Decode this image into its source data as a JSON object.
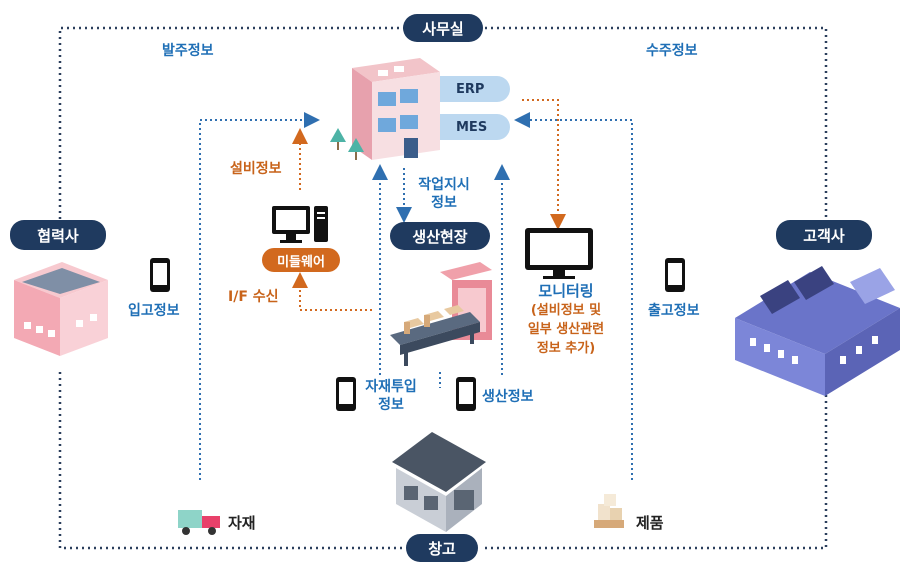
{
  "nodes": {
    "office": "사무실",
    "partner": "협력사",
    "customer": "고객사",
    "warehouse": "창고",
    "production_site": "생산현장",
    "middleware": "미들웨어",
    "erp": "ERP",
    "mes": "MES"
  },
  "labels": {
    "order_info": "발주정보",
    "sales_order_info": "수주정보",
    "equipment_info": "설비정보",
    "work_order_line1": "작업지시",
    "work_order_line2": "정보",
    "if_receive": "I/F 수신",
    "inbound_info": "입고정보",
    "outbound_info": "출고정보",
    "monitoring_title": "모니터링",
    "monitoring_line1": "(설비정보 및",
    "monitoring_line2": "일부 생산관련",
    "monitoring_line3": "정보 추가)",
    "material_input_line1": "자재투입",
    "material_input_line2": "정보",
    "production_info": "생산정보",
    "material": "자재",
    "product": "제품"
  },
  "colors": {
    "navy": "#1f3a5f",
    "blue_text": "#1f6fb6",
    "orange": "#c8631a",
    "dotted_blue": "#2f6fb0",
    "dotted_orange": "#d2691e"
  }
}
